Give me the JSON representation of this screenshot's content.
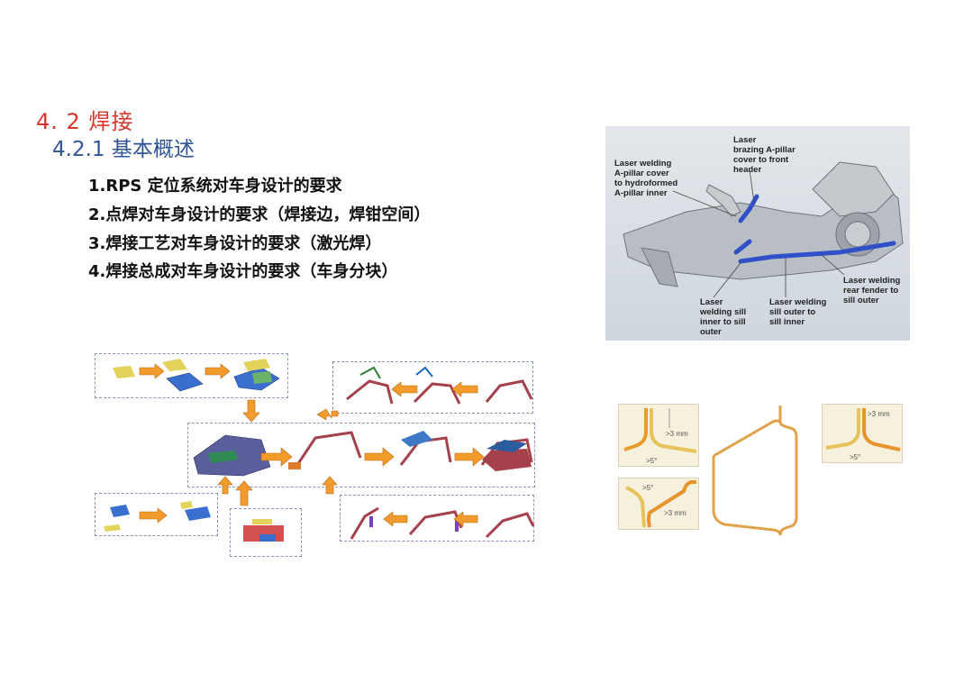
{
  "heading": {
    "section": "4. 2 焊接",
    "subsection": "4.2.1 基本概述"
  },
  "requirements": [
    "1.RPS 定位系统对车身设计的要求",
    "2.点焊对车身设计的要求（焊接边，焊钳空间）",
    "3.焊接工艺对车身设计的要求（激光焊）",
    "4.焊接总成对车身设计的要求（车身分块）"
  ],
  "laser_photo": {
    "callouts": [
      "Laser\nbrazing A-pillar\ncover to front\nheader",
      "Laser welding\nA-pillar cover\nto hydroformed\nA-pillar inner",
      "Laser welding\nrear fender to\nsill outer",
      "Laser\nwelding sill\ninner to sill\nouter",
      "Laser welding\nsill outer to\nsill inner"
    ]
  },
  "flange_diagrams": {
    "labels": [
      ">3 mm",
      ">5°",
      ">3 mm",
      ">5°",
      ">5°",
      ">3 mm"
    ]
  },
  "colors": {
    "section": "#d9362b",
    "subsection": "#2f5597",
    "arrow": "#f39a2c",
    "laser_seam": "#3050c8",
    "car_body": "#a4414b"
  }
}
